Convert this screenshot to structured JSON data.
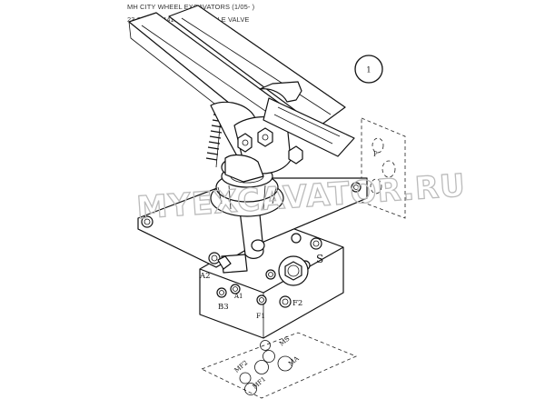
{
  "header": {
    "line1": "MH CITY WHEEL EXCAVATORS (1/05- )",
    "line2": "23.292(2984419000) TREADLE VALVE"
  },
  "callout": {
    "number": "1"
  },
  "ports": {
    "S": "S",
    "A2": "A2",
    "A1": "A1",
    "B3": "B3",
    "F1": "F1",
    "F2": "F2",
    "P": "P"
  },
  "base_ports": {
    "MS": "MS",
    "MA": "MA",
    "MF2": "MF2",
    "MF1": "MF1"
  },
  "watermark": "MYEXCAVATOR.RU"
}
